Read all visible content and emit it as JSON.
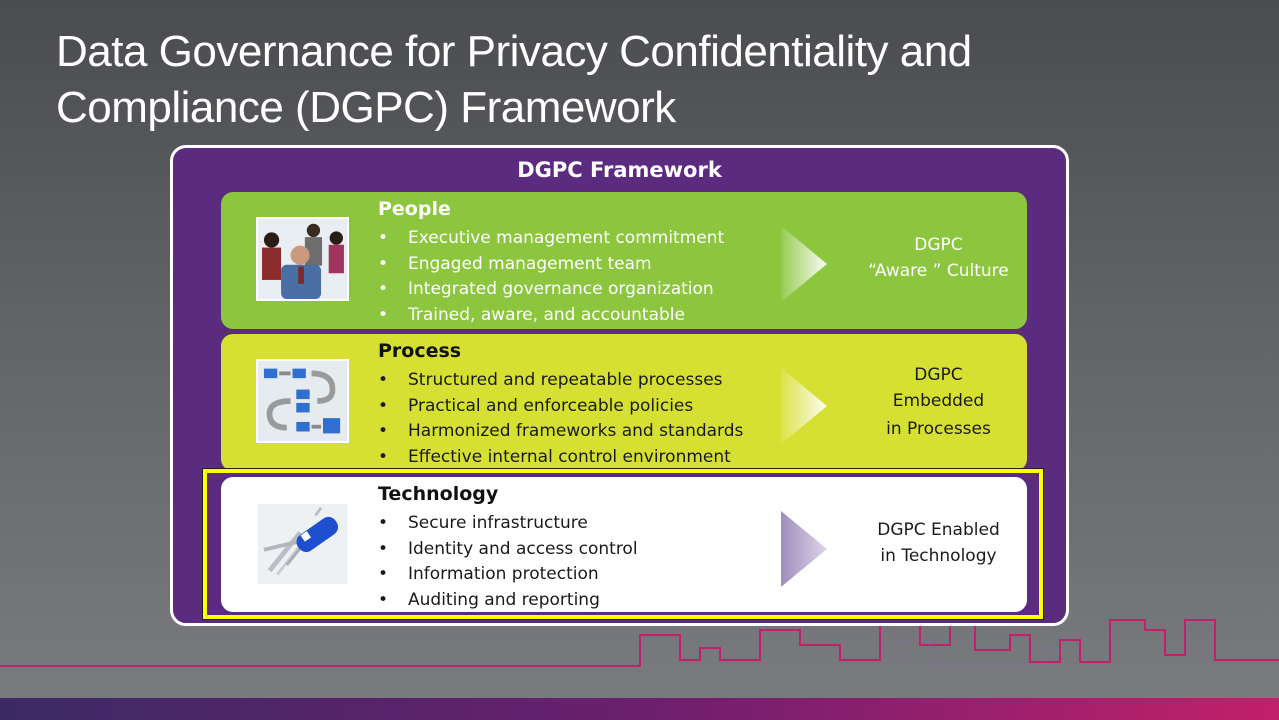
{
  "slide": {
    "title_line1": "Data Governance for Privacy Confidentiality and",
    "title_line2": "Compliance (DGPC) Framework"
  },
  "framework": {
    "title": "DGPC Framework",
    "panels": [
      {
        "heading": "People",
        "image": "people-photo",
        "bullets": [
          "Executive management commitment",
          "Engaged management team",
          "Integrated governance organization",
          "Trained, aware, and accountable"
        ],
        "outcome": [
          "DGPC",
          "“Aware ” Culture"
        ],
        "color": "#8cc63f"
      },
      {
        "heading": "Process",
        "image": "process-flow-icon",
        "bullets": [
          "Structured and repeatable processes",
          "Practical and enforceable policies",
          "Harmonized frameworks and standards",
          "Effective internal control environment"
        ],
        "outcome": [
          "DGPC",
          "Embedded",
          "in Processes"
        ],
        "color": "#d6e032"
      },
      {
        "heading": "Technology",
        "image": "swiss-army-knife-icon",
        "bullets": [
          "Secure infrastructure",
          "Identity and access control",
          "Information protection",
          "Auditing and reporting"
        ],
        "outcome": [
          "DGPC Enabled",
          "in Technology"
        ],
        "color": "#ffffff",
        "highlighted": true
      }
    ]
  },
  "colors": {
    "frame": "#5b2b7f",
    "highlight": "#ffff00",
    "accent": "#c2206a"
  }
}
